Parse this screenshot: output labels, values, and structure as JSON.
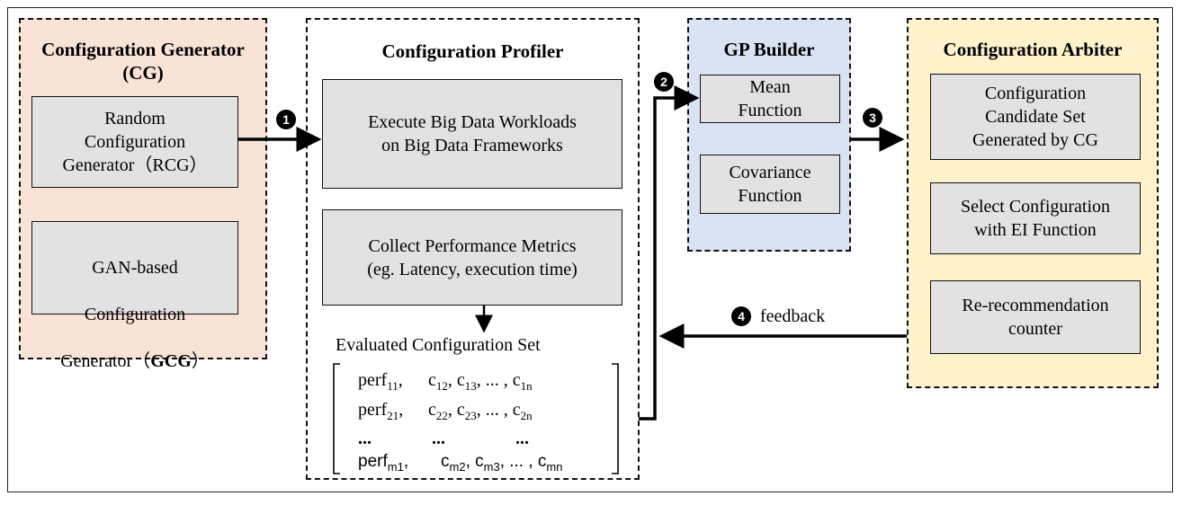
{
  "colors": {
    "cg_panel": "#f9e2d6",
    "gp_panel": "#dae3f3",
    "arbiter_panel": "#fff2cc",
    "box_fill": "#e2e2e2",
    "line": "#000000"
  },
  "cg_panel": {
    "title_line1": "Configuration Generator",
    "title_line2": "(CG)",
    "rcg_text": "Random\nConfiguration\nGenerator（RCG）",
    "gcg_line1": "GAN-based",
    "gcg_line2": "Configuration",
    "gcg_prefix": "Generator（",
    "gcg_bold": "GCG",
    "gcg_suffix": "）"
  },
  "profiler_panel": {
    "title": "Configuration Profiler",
    "execute_text": "Execute Big Data Workloads\non Big Data Frameworks",
    "collect_text": "Collect Performance Metrics\n(eg. Latency, execution time)",
    "set_label": "Evaluated Configuration Set",
    "rows": [
      {
        "perf": "perf",
        "perf_sub": "11",
        "sep": ",",
        "c": [
          [
            "c",
            "12"
          ],
          [
            "c",
            "13"
          ]
        ],
        "dots": ", ... ,",
        "c_last": [
          "c",
          "1n"
        ]
      },
      {
        "perf": "perf",
        "perf_sub": "21",
        "sep": ",",
        "c": [
          [
            "c",
            "22"
          ],
          [
            "c",
            "23"
          ]
        ],
        "dots": ", ... ,",
        "c_last": [
          "c",
          "2n"
        ]
      },
      {
        "ellipsis": [
          "...",
          "...",
          "..."
        ]
      },
      {
        "perf": "perf",
        "perf_sub": "m1",
        "sep": ",",
        "c": [
          [
            "c",
            "m2"
          ],
          [
            "c",
            "m3"
          ]
        ],
        "dots": ", ... ,",
        "c_last": [
          "c",
          "mn"
        ]
      }
    ]
  },
  "gp_panel": {
    "title": "GP Builder",
    "mean_text": "Mean\nFunction",
    "cov_text": "Covariance\nFunction"
  },
  "arbiter_panel": {
    "title": "Configuration Arbiter",
    "candidate_text": "Configuration\nCandidate Set\nGenerated by CG",
    "select_text": "Select Configuration\nwith EI Function",
    "rerec_text": "Re-recommendation\ncounter"
  },
  "steps": {
    "s1": "1",
    "s2": "2",
    "s3": "3",
    "s4": "4",
    "feedback": "feedback"
  }
}
